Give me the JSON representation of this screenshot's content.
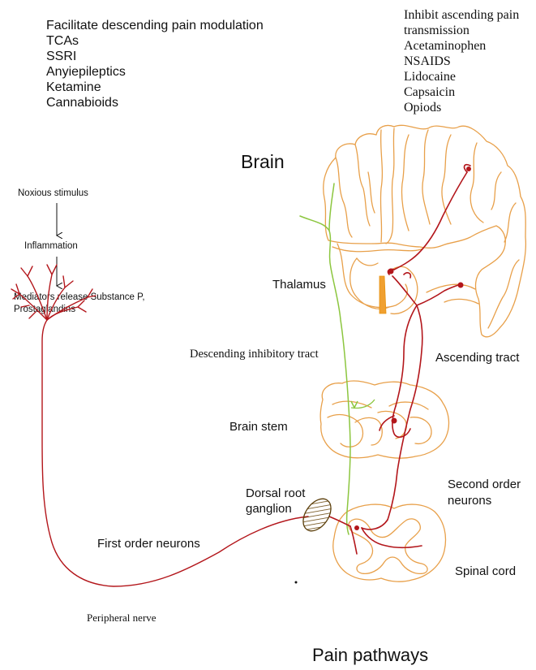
{
  "title": "Pain pathways",
  "descending_drugs": {
    "heading": "Facilitate descending pain modulation",
    "items": [
      "TCAs",
      "SSRI",
      "Anyiepileptics",
      "Ketamine",
      "Cannabioids"
    ]
  },
  "ascending_drugs": {
    "heading_line1": "Inhibit ascending pain",
    "heading_line2": "transmission",
    "items": [
      "Acetaminophen",
      "NSAIDS",
      "Lidocaine",
      "Capsaicin",
      "Opiods"
    ]
  },
  "flow": {
    "step1": "Noxious stimulus",
    "step2": "Inflammation",
    "step3_line1": "Mediators release Substance P,",
    "step3_line2": "Prostaglandins"
  },
  "labels": {
    "brain": "Brain",
    "thalamus": "Thalamus",
    "descending_tract": "Descending inhibitory tract",
    "ascending_tract": "Ascending tract",
    "brain_stem": "Brain stem",
    "dorsal_root_line1": "Dorsal root",
    "dorsal_root_line2": "ganglion",
    "second_order_line1": "Second order",
    "second_order_line2": "neurons",
    "first_order": "First order neurons",
    "spinal_cord": "Spinal cord",
    "peripheral_nerve": "Peripheral nerve"
  },
  "colors": {
    "structure_outline": "#e8a04a",
    "neuron_red": "#b3161b",
    "descending_green": "#8cc63f",
    "thalamus_fill": "#f0a030",
    "ganglion_fill": "#c9a227"
  }
}
